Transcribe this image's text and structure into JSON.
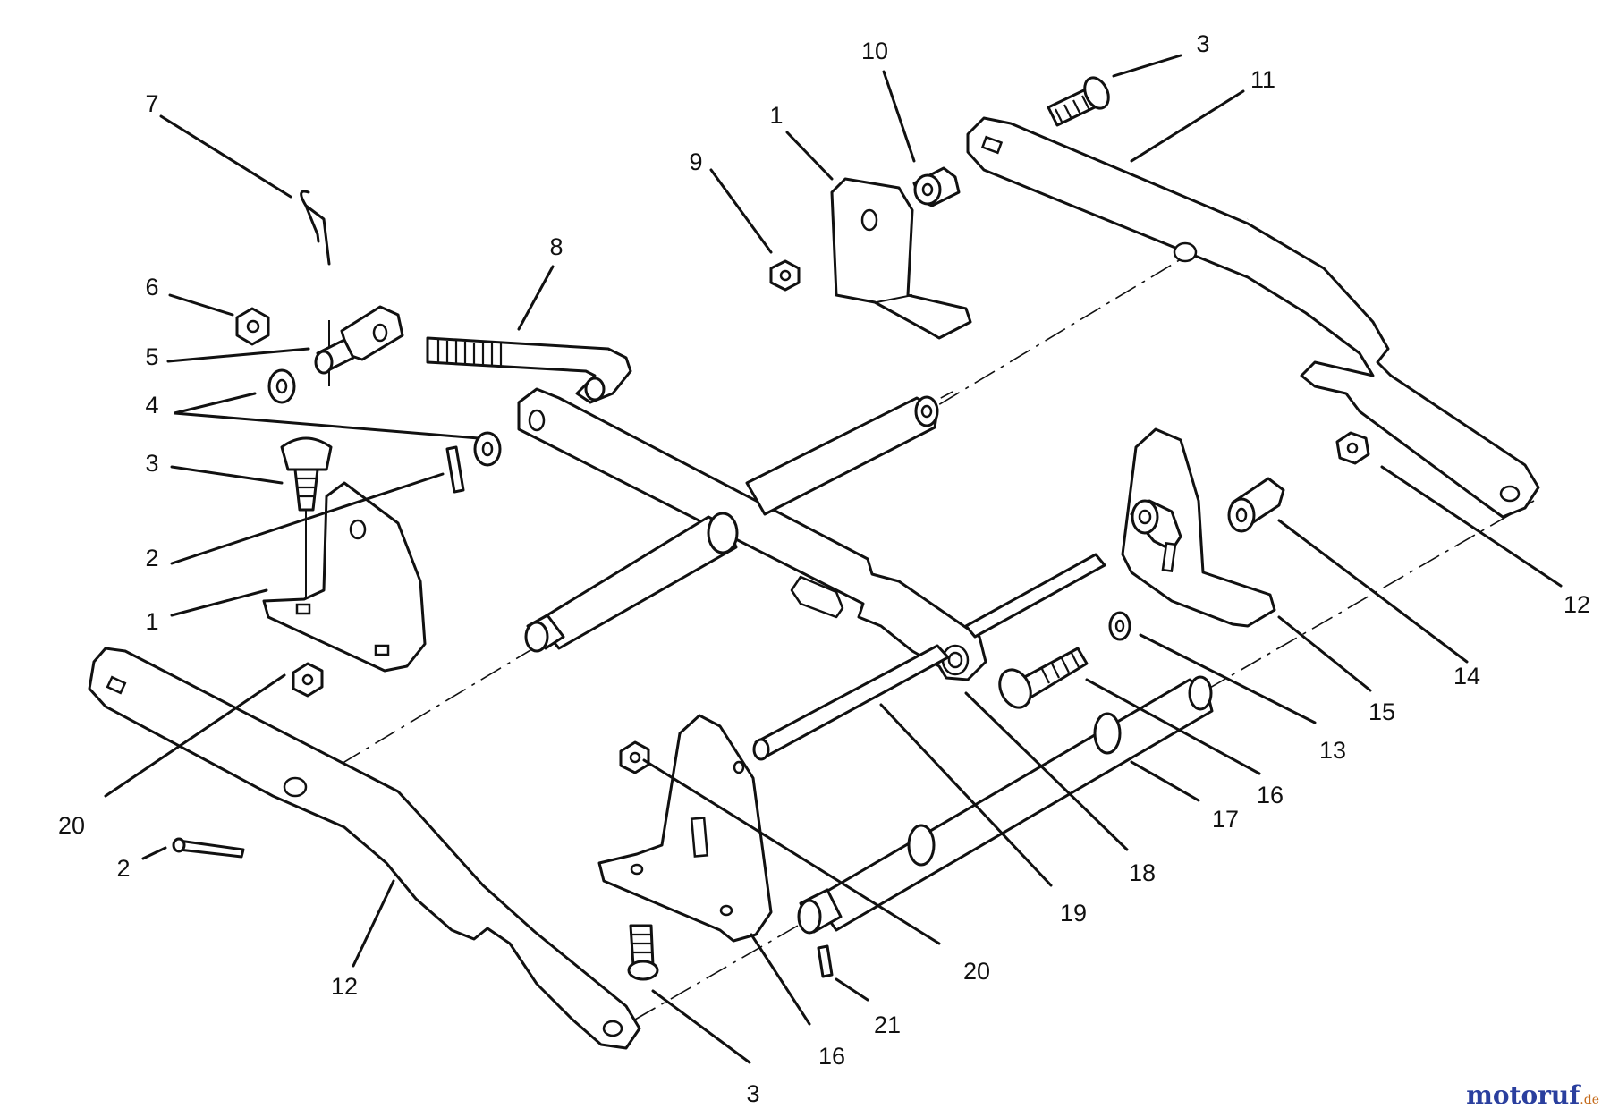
{
  "diagram": {
    "callouts": [
      "7",
      "6",
      "5",
      "4",
      "3",
      "2",
      "1",
      "20",
      "2",
      "12",
      "8",
      "9",
      "1",
      "10",
      "3",
      "11",
      "12",
      "14",
      "15",
      "13",
      "16",
      "17",
      "18",
      "19",
      "20",
      "21",
      "16",
      "3"
    ]
  },
  "watermark": {
    "brand": "motoruf",
    "tld": ".de",
    "color": "#2a3f9e"
  }
}
